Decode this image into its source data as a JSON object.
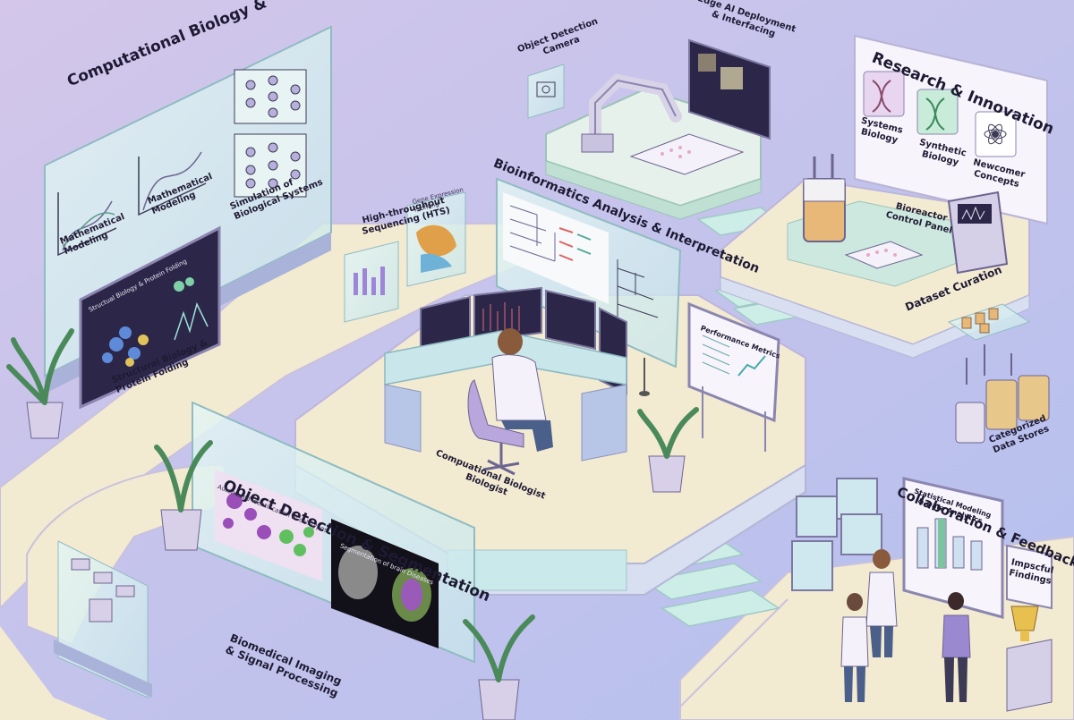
{
  "labels": {
    "comp_bio_title": "Computational Biology &",
    "math_modeling_1": "Mathematical\nModeling",
    "math_modeling_2": "Mathematical\nModeling",
    "simulation": "Simulation of\nBiological Systems",
    "structural_screen_title": "Structual Biology & Protein Folding",
    "structural_caption": "Structural Biology &\nProtein Folding",
    "hts": "High-throughput\nSequencing (HTS)",
    "gene_expression": "Gene Expression\nProfiling",
    "bioinformatics": "Bioinformatics Analysis & Interpretation",
    "object_detection_camera": "Object Detection\nCamera",
    "edge_ai": "Edge AI Deployment\n& Interfacing",
    "research_innovation": "Research & Innovation",
    "systems_biology": "Systems\nBiology",
    "synthetic_biology": "Synthetic\nBiology",
    "newcomer_concepts": "Newcomer\nConcepts",
    "bioreactor": "Bioreactor\nControl Panel",
    "dataset_curation": "Dataset Curation",
    "categorized_stores": "Categorized\nData Stores",
    "performance_metrics": "Performance Metrics",
    "computational_biologist": "Compuational Biologist\nBiologist",
    "object_detection_seg": "Object Detection & Segmentation",
    "automated_id": "Automated Identification of cell types",
    "segmentation_brain": "Segmentation of brain Diseases",
    "biomedical_imaging": "Biomedical Imaging\n& Signal Processing",
    "collaboration": "Collaboration & Feedback",
    "statistical_modeling": "Statistical Modeling\n& Data Analytics",
    "impactful_findings": "Impscful\nFindings"
  },
  "colors": {
    "background_top": "#c8bfe6",
    "background_bottom": "#b9c4ec",
    "floor": "#f3ead2",
    "floor_edge": "#c9c6e6",
    "glass": "#d7eef0",
    "accent_green": "#bfe3cf",
    "accent_purple": "#b7a6dc",
    "screen_dark": "#2c2748"
  },
  "icons": [
    "dna-icon",
    "atom-icon",
    "camera-icon",
    "trophy-icon",
    "plant-icon",
    "chair-icon"
  ]
}
